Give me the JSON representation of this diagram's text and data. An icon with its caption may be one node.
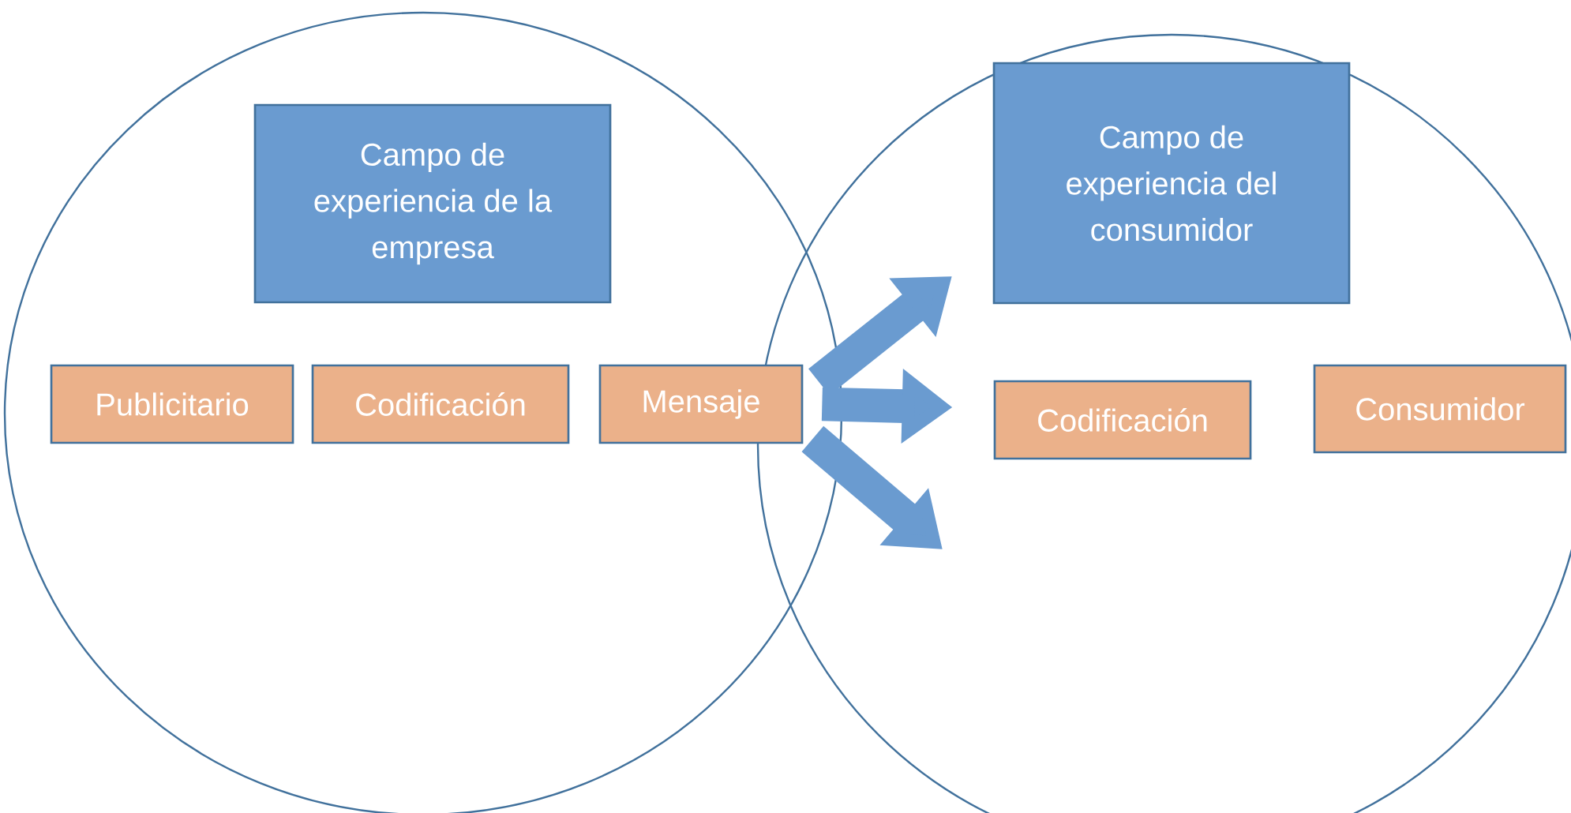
{
  "diagram": {
    "nodes": [
      {
        "text": [],
        "shape": "circle"
      },
      {
        "text": [
          "Campo de experiencia de la empresa"
        ],
        "in": 0
      },
      {
        "text": [],
        "shape": "circle"
      },
      {
        "text": [
          "Campo de experiencia del consumidor"
        ],
        "in": 2
      },
      {
        "text": [
          "Publicitario"
        ],
        "in": 0
      },
      {
        "text": [
          "Codificación"
        ],
        "in": 0
      },
      {
        "text": [
          "Mensaje"
        ],
        "in": 0
      },
      {
        "text": [
          "Codificación"
        ],
        "in": 2
      },
      {
        "text": [
          "Consumidor"
        ],
        "in": 2
      }
    ],
    "edges": [
      {
        "from": 6,
        "to": null,
        "arrow": "to"
      },
      {
        "from": 6,
        "to": 7,
        "arrow": "to"
      },
      {
        "from": 6,
        "to": null,
        "arrow": "to"
      }
    ]
  }
}
